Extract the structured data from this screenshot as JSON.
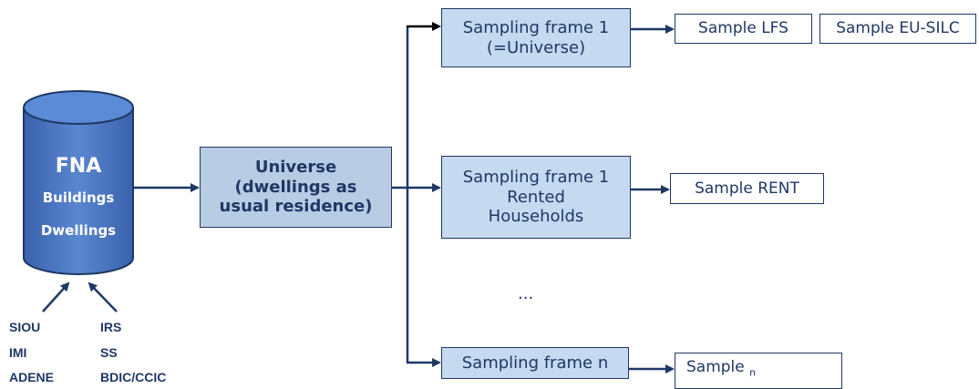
{
  "database": {
    "title": "FNA",
    "line1": "Buildings",
    "line2": "Dwellings"
  },
  "sources": {
    "left": [
      "SIOU",
      "IMI",
      "ADENE"
    ],
    "right": [
      "IRS",
      "SS",
      "BDIC/CCIC"
    ]
  },
  "universe": {
    "line1": "Universe",
    "line2": "(dwellings as",
    "line3": "usual residence)"
  },
  "frames": {
    "frame1": {
      "line1": "Sampling frame 1",
      "line2": "(=Universe)"
    },
    "frame2": {
      "line1": "Sampling frame 1",
      "line2": "Rented",
      "line3": "Households"
    },
    "ellipsis": "...",
    "frameN": {
      "line1": "Sampling frame n"
    }
  },
  "samples": {
    "lfs": "Sample LFS",
    "eusilc": "Sample EU-SILC",
    "rent": "Sample RENT",
    "n_label": "Sample",
    "n_sub": "n"
  },
  "colors": {
    "navy": "#1f3864",
    "cylinder": "#4472c4",
    "frame_fill": "#c5d9f1",
    "universe_fill": "#b8cce4"
  }
}
